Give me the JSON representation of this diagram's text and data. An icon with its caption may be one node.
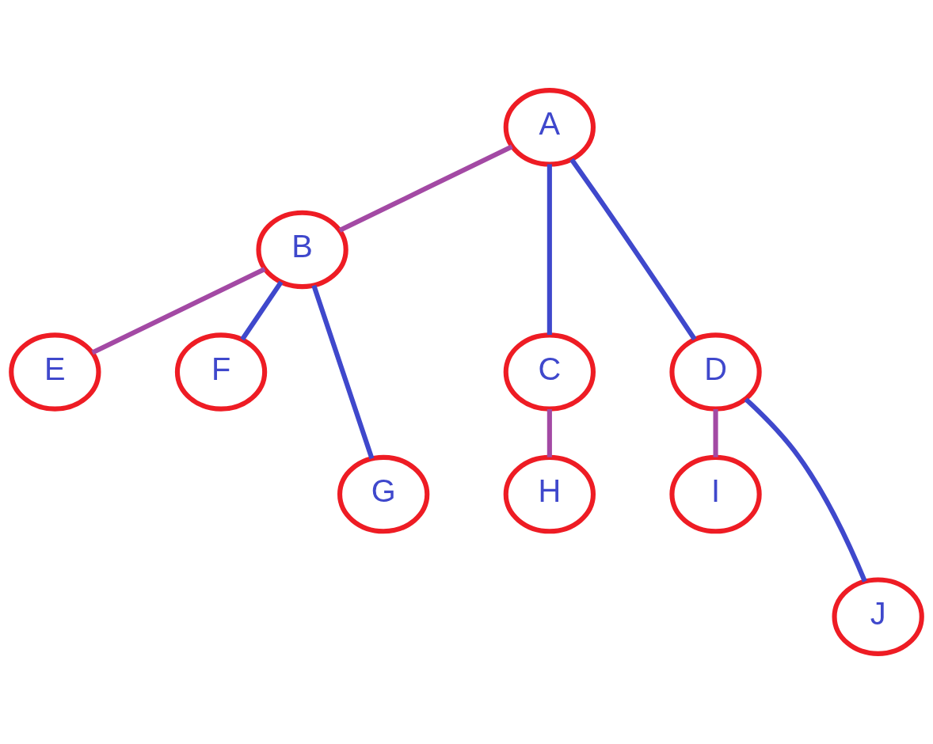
{
  "diagram": {
    "nodes": [
      {
        "text": [
          "A"
        ]
      },
      {
        "text": [
          "B"
        ]
      },
      {
        "text": [
          "C"
        ]
      },
      {
        "text": [
          "D"
        ]
      },
      {
        "text": [
          "E"
        ]
      },
      {
        "text": [
          "F"
        ]
      },
      {
        "text": [
          "G"
        ]
      },
      {
        "text": [
          "H"
        ]
      },
      {
        "text": [
          "I"
        ]
      },
      {
        "text": [
          "J"
        ]
      }
    ],
    "edges": [
      {
        "from": 0,
        "to": 1,
        "arrow": "none",
        "color": "#a349a4"
      },
      {
        "from": 0,
        "to": 2,
        "arrow": "none"
      },
      {
        "from": 0,
        "to": 3,
        "arrow": "none"
      },
      {
        "from": 1,
        "to": 4,
        "arrow": "none",
        "color": "#a349a4"
      },
      {
        "from": 1,
        "to": 5,
        "arrow": "none"
      },
      {
        "from": 1,
        "to": 6,
        "arrow": "none"
      },
      {
        "from": 2,
        "to": 7,
        "arrow": "none",
        "color": "#a349a4"
      },
      {
        "from": 3,
        "to": 8,
        "arrow": "none",
        "color": "#a349a4"
      },
      {
        "from": 3,
        "to": 9,
        "arrow": "none"
      }
    ]
  }
}
